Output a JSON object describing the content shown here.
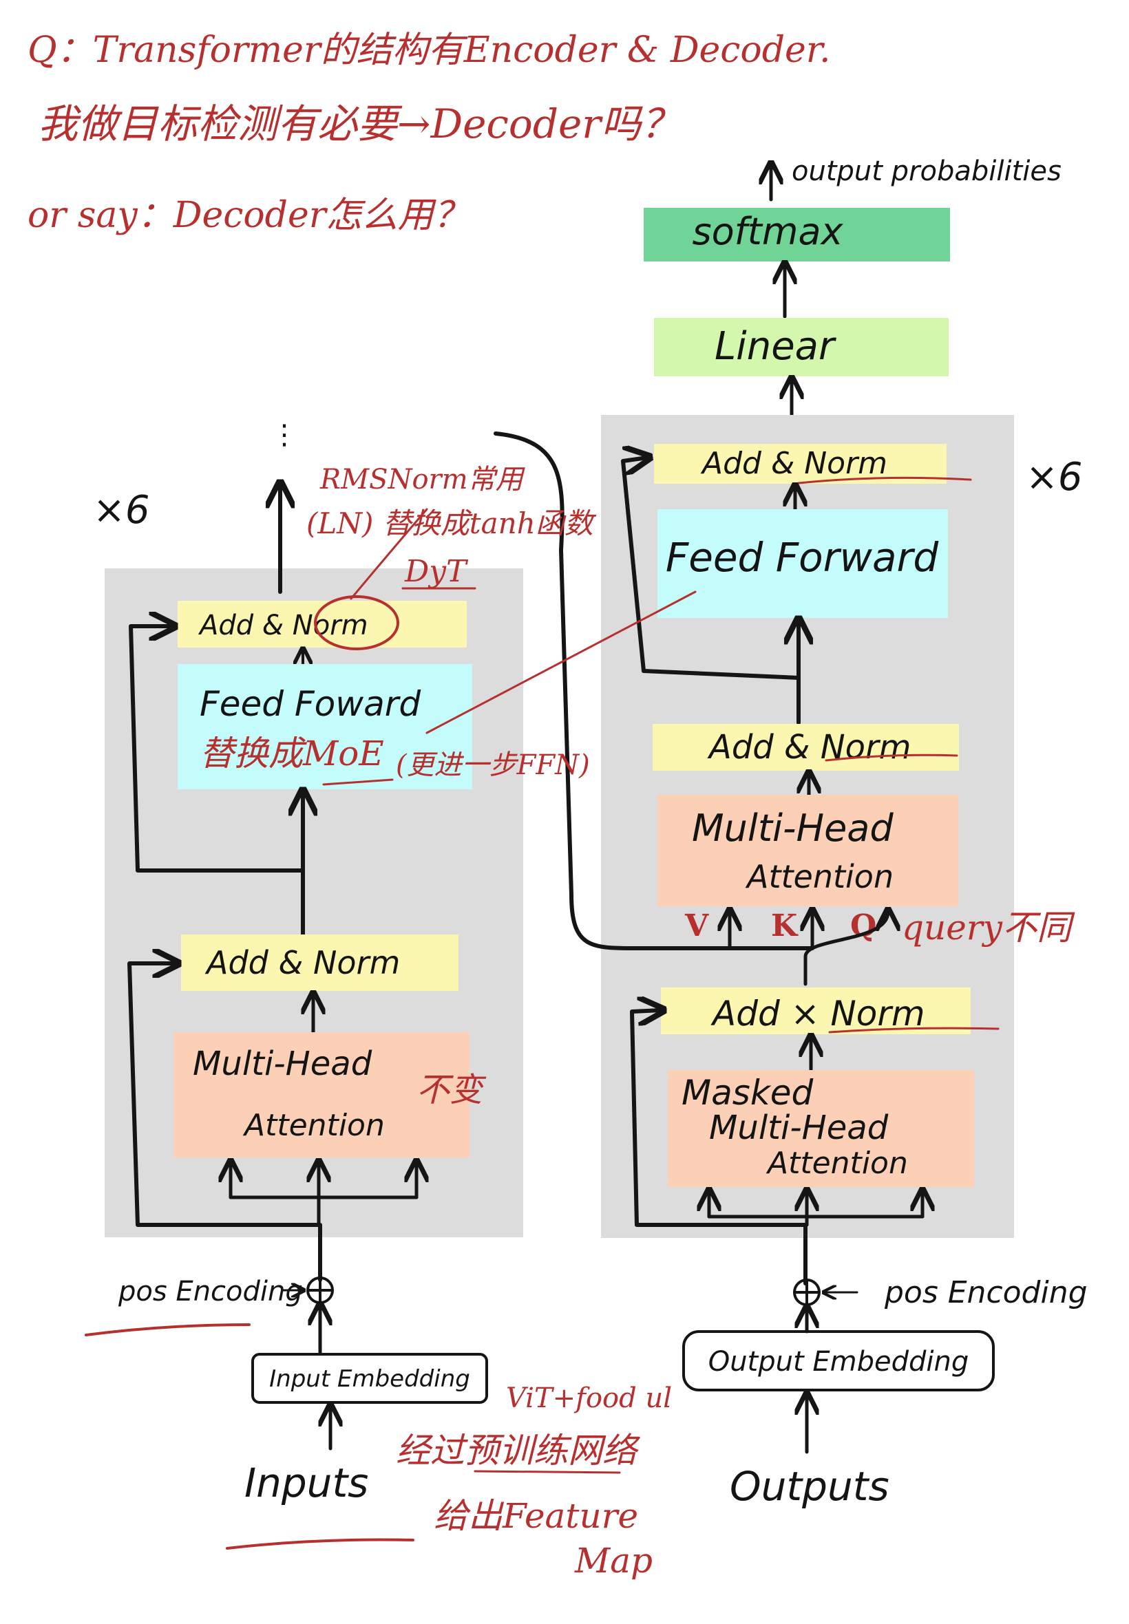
{
  "question": {
    "line1": "Q：Transformer的结构有Encoder & Decoder.",
    "line2": "我做目标检测有必要→Decoder吗？",
    "line3": "or say：Decoder怎么用？"
  },
  "output": {
    "probabilities": "output probabilities",
    "softmax": "softmax",
    "linear": "Linear"
  },
  "encoder": {
    "repeat": "×6",
    "dots": "⋮",
    "add_norm_top": "Add & Norm",
    "feed_forward": "Feed Foward",
    "feed_forward_note": "替换成MoE",
    "add_norm_bottom": "Add & Norm",
    "multi_head": "Multi-Head",
    "attention": "Attention",
    "attention_note": "不变",
    "pos_encoding": "pos Encoding",
    "input_embedding": "Input Embedding",
    "inputs": "Inputs"
  },
  "decoder": {
    "repeat": "×6",
    "add_norm_top": "Add & Norm",
    "feed_forward": "Feed Forward",
    "add_norm_mid": "Add & Norm",
    "multi_head": "Multi-Head",
    "attention": "Attention",
    "v_label": "V",
    "k_label": "K",
    "q_label": "Q",
    "query_note": "query不同",
    "add_norm_bottom": "Add × Norm",
    "masked": "Masked",
    "masked_multi_head": "Multi-Head",
    "masked_attention": "Attention",
    "pos_encoding": "pos Encoding",
    "output_embedding": "Output Embedding",
    "outputs": "Outputs"
  },
  "annotations": {
    "rmsnorm": "RMSNorm常用",
    "ln_tanh": "(LN) 替换成tanh函数",
    "dyt": "DyT",
    "ffn_note": "(更进一步FFN)",
    "vit": "ViT+food ul",
    "pretrained_1": "经过预训练网络",
    "pretrained_2": "给出Feature",
    "pretrained_3": "Map"
  },
  "colors": {
    "panel": "#dcdcdc",
    "add_norm": "#fbf6b0",
    "feed_forward": "#c4fbfb",
    "attention": "#fbd0b6",
    "softmax": "#6fd495",
    "linear": "#d3f7ad",
    "ink_red": "#b5302f",
    "ink_black": "#151515"
  }
}
